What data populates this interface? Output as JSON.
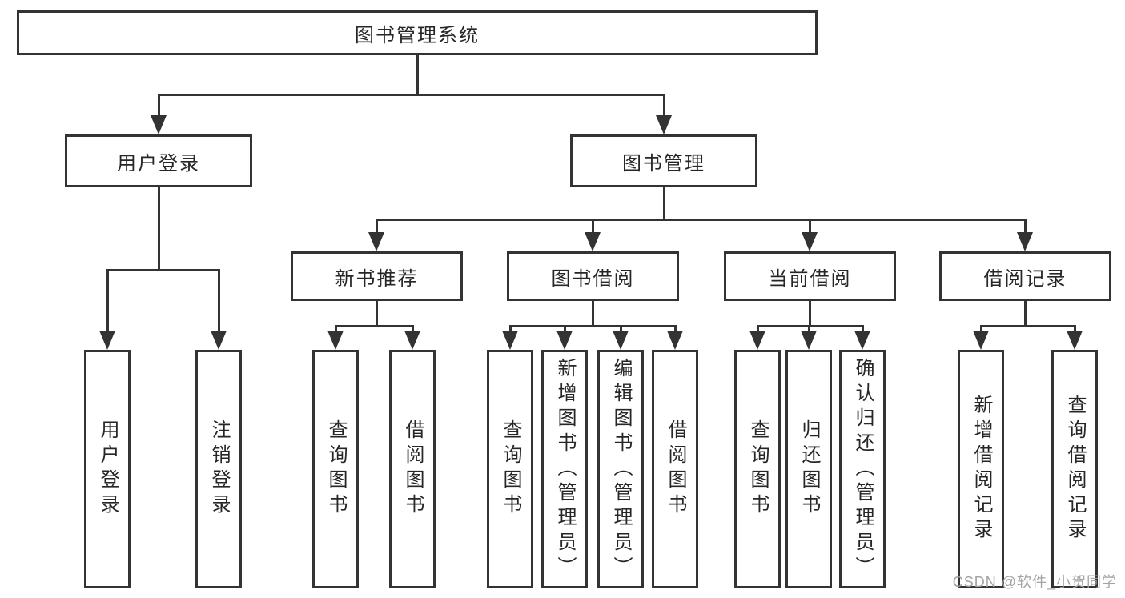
{
  "nodes": {
    "root": {
      "label": "图书管理系统"
    },
    "level2": [
      {
        "label": "用户登录"
      },
      {
        "label": "图书管理"
      }
    ],
    "level3": [
      {
        "label": "新书推荐"
      },
      {
        "label": "图书借阅"
      },
      {
        "label": "当前借阅"
      },
      {
        "label": "借阅记录"
      }
    ],
    "level4": {
      "user_login": [
        {
          "label": "用户登录"
        },
        {
          "label": "注销登录"
        }
      ],
      "new_book_recommend": [
        {
          "label": "查询图书"
        },
        {
          "label": "借阅图书"
        }
      ],
      "book_borrow": [
        {
          "label": "查询图书"
        },
        {
          "label": "新增图书（管理员）"
        },
        {
          "label": "编辑图书（管理员）"
        },
        {
          "label": "借阅图书"
        }
      ],
      "current_borrow": [
        {
          "label": "查询图书"
        },
        {
          "label": "归还图书"
        },
        {
          "label": "确认归还（管理员）"
        }
      ],
      "borrow_record": [
        {
          "label": "新增借阅记录"
        },
        {
          "label": "查询借阅记录"
        }
      ]
    }
  },
  "watermark": {
    "text": "CSDN @软件_小贺同学"
  },
  "colors": {
    "line": "#333333",
    "text": "#262626",
    "box_background": "#ffffff",
    "watermark": "#a3a3a3"
  }
}
